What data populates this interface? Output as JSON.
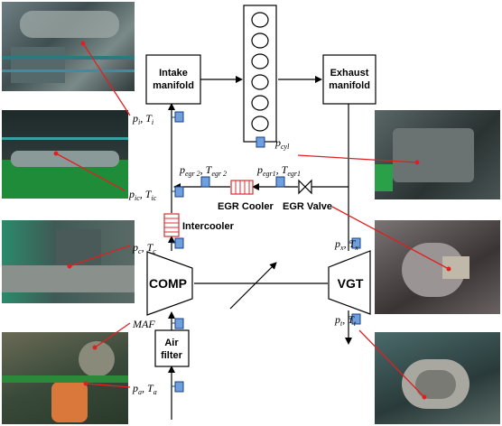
{
  "blocks": {
    "intake": [
      "Intake",
      "manifold"
    ],
    "exhaust": [
      "Exhaust",
      "manifold"
    ],
    "comp": "COMP",
    "vgt": "VGT",
    "air_filter": [
      "Air",
      "filter"
    ],
    "intercooler": "Intercooler",
    "egr_cooler": "EGR Cooler",
    "egr_valve": "EGR Valve"
  },
  "sensors": {
    "pi": {
      "p": "p",
      "ps": "i",
      "t": "T",
      "ts": "i"
    },
    "pic": {
      "p": "p",
      "ps": "ic",
      "t": "T",
      "ts": "ic"
    },
    "pc": {
      "p": "p",
      "ps": "c",
      "t": "T",
      "ts": "c"
    },
    "maf": "MAF",
    "pa": {
      "p": "p",
      "ps": "a",
      "t": "T",
      "ts": "a"
    },
    "pegr2": {
      "p": "p",
      "ps": "egr 2",
      "t": "T",
      "ts": "egr 2"
    },
    "pegr1": {
      "p": "p",
      "ps": "egr1",
      "t": "T",
      "ts": "egr1"
    },
    "pcyl": {
      "p": "p",
      "ps": "cyl"
    },
    "px": {
      "p": "p",
      "ps": "x",
      "t": "T",
      "ts": "x"
    },
    "pt": {
      "p": "p",
      "ps": "t",
      "t": "T",
      "ts": "t"
    }
  },
  "colors": {
    "sensor_fill": "#6fa0dc",
    "sensor_stroke": "#1a3f8a",
    "cooler": "#d93030",
    "pointer": "#e02020"
  }
}
